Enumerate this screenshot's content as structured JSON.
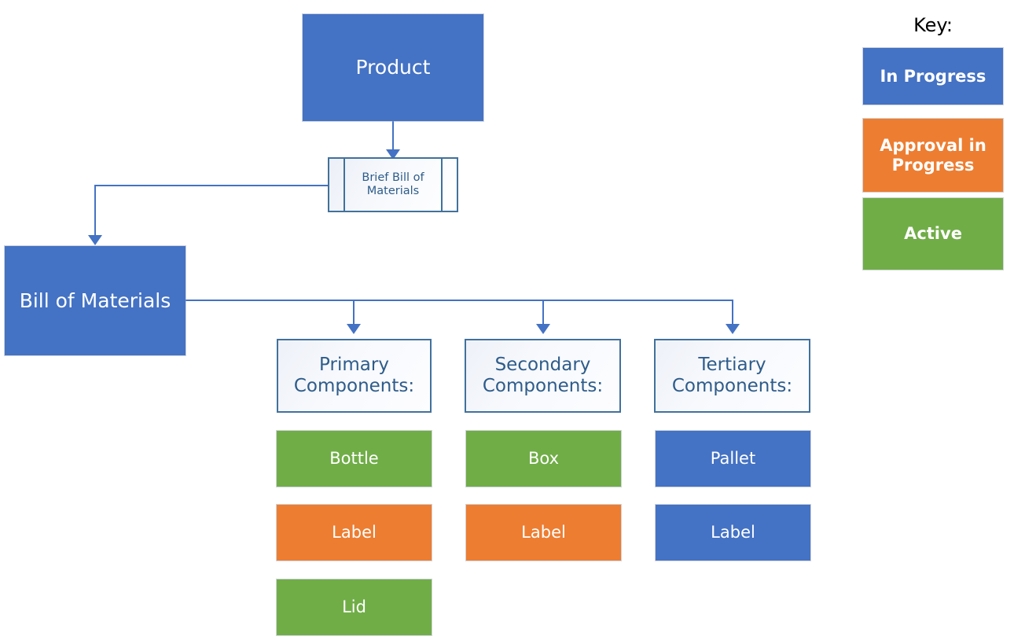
{
  "diagram": {
    "title_visible": false,
    "nodes": {
      "product": {
        "label": "Product",
        "fill": "#4472C4",
        "text_color": "#FFFFFF"
      },
      "brief_bom": {
        "label": "Brief Bill of\nMaterials",
        "shape": "predefined-process",
        "border": "#41719C",
        "text_color": "#2E5C8A"
      },
      "bill_of_materials": {
        "label": "Bill of Materials",
        "fill": "#4472C4",
        "text_color": "#FFFFFF"
      }
    },
    "columns": [
      {
        "header": "Primary\nComponents:",
        "items": [
          {
            "label": "Bottle",
            "status": "Active",
            "fill": "#70AD47"
          },
          {
            "label": "Label",
            "status": "Approval in Progress",
            "fill": "#ED7D31"
          },
          {
            "label": "Lid",
            "status": "Active",
            "fill": "#70AD47"
          }
        ]
      },
      {
        "header": "Secondary\nComponents:",
        "items": [
          {
            "label": "Box",
            "status": "Active",
            "fill": "#70AD47"
          },
          {
            "label": "Label",
            "status": "Approval in Progress",
            "fill": "#ED7D31"
          }
        ]
      },
      {
        "header": "Tertiary\nComponents:",
        "items": [
          {
            "label": "Pallet",
            "status": "In Progress",
            "fill": "#4472C4"
          },
          {
            "label": "Label",
            "status": "In Progress",
            "fill": "#4472C4"
          }
        ]
      }
    ],
    "connector_color": "#4472C4"
  },
  "key": {
    "title": "Key:",
    "items": [
      {
        "label": "In Progress",
        "color": "#4472C4"
      },
      {
        "label": "Approval in Progress",
        "color": "#ED7D31"
      },
      {
        "label": "Active",
        "color": "#70AD47"
      }
    ]
  }
}
